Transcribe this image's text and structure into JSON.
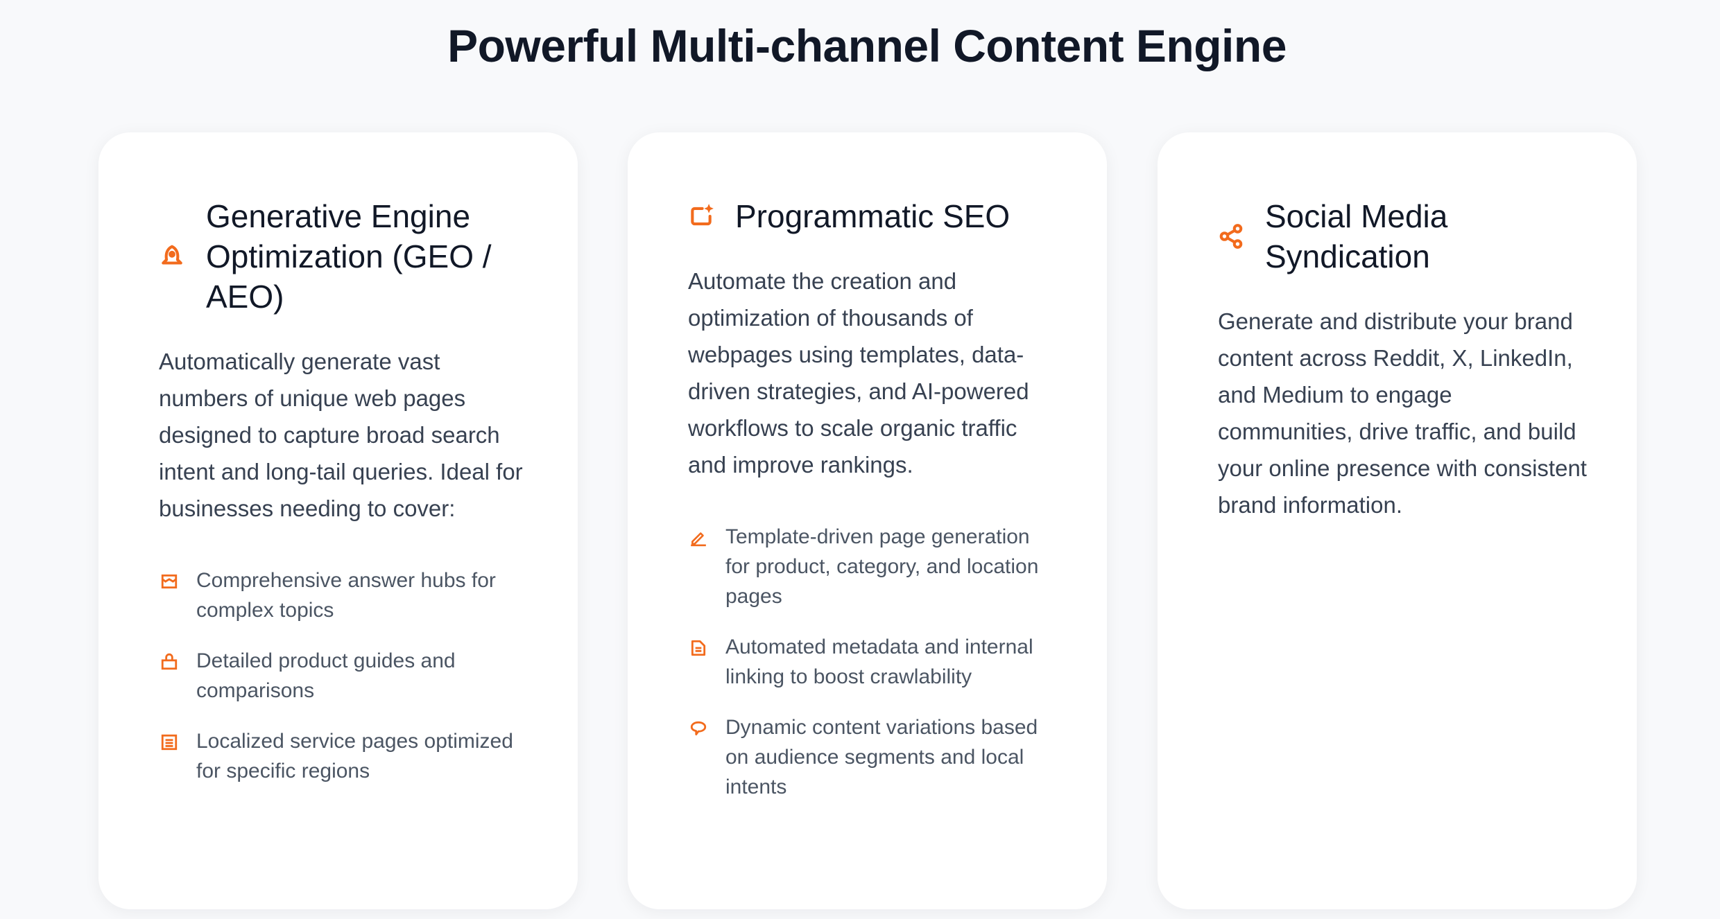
{
  "page": {
    "title": "Powerful Multi-channel Content Engine",
    "accent_color": "#f26b1d"
  },
  "cards": [
    {
      "icon": "rocket-icon",
      "title": "Generative Engine Optimization (GEO / AEO)",
      "description": "Automatically generate vast numbers of unique web pages designed to capture broad search intent and long-tail queries. Ideal for businesses needing to cover:",
      "items": [
        {
          "icon": "store-icon",
          "text": "Comprehensive answer hubs for complex topics"
        },
        {
          "icon": "shopping-bag-icon",
          "text": "Detailed product guides and comparisons"
        },
        {
          "icon": "document-list-icon",
          "text": "Localized service pages optimized for specific regions"
        }
      ]
    },
    {
      "icon": "sparkle-frame-icon",
      "title": "Programmatic SEO",
      "description": "Automate the creation and optimization of thousands of webpages using templates, data-driven strategies, and AI-powered workflows to scale organic traffic and improve rankings.",
      "items": [
        {
          "icon": "pencil-icon",
          "text": "Template-driven page generation for product, category, and location pages"
        },
        {
          "icon": "file-text-icon",
          "text": "Automated metadata and internal linking to boost crawlability"
        },
        {
          "icon": "chat-bubble-icon",
          "text": "Dynamic content variations based on audience segments and local intents"
        }
      ]
    },
    {
      "icon": "share-icon",
      "title": "Social Media Syndication",
      "description": "Generate and distribute your brand content across Reddit, X, LinkedIn, and Medium to engage communities, drive traffic, and build your online presence with consistent brand information.",
      "items": []
    }
  ]
}
